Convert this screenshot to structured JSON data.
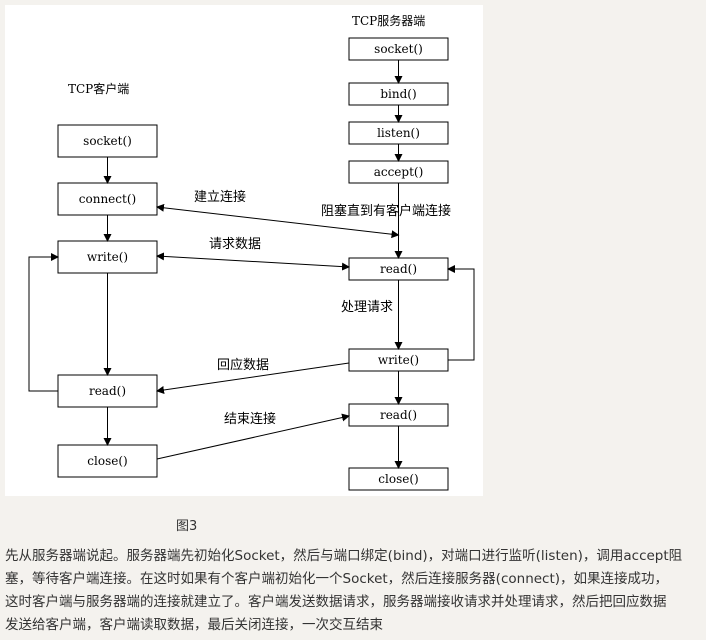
{
  "diagram": {
    "server_title": "TCP服务器端",
    "client_title": "TCP客户端",
    "server_boxes": [
      "socket()",
      "bind()",
      "listen()",
      "accept()",
      "read()",
      "write()",
      "read()",
      "close()"
    ],
    "client_boxes": [
      "socket()",
      "connect()",
      "write()",
      "read()",
      "close()"
    ],
    "labels": {
      "connect": "建立连接",
      "block": "阻塞直到有客户端连接",
      "request": "请求数据",
      "process": "处理请求",
      "response": "回应数据",
      "end": "结束连接"
    }
  },
  "caption": "图3",
  "description_lines": [
    "先从服务器端说起。服务器端先初始化Socket，然后与端口绑定(bind)，对端口进行监听(listen)，调用accept阻",
    "塞，等待客户端连接。在这时如果有个客户端初始化一个Socket，然后连接服务器(connect)，如果连接成功，",
    "这时客户端与服务器端的连接就建立了。客户端发送数据请求，服务器端接收请求并处理请求，然后把回应数据",
    "发送给客户端，客户端读取数据，最后关闭连接，一次交互结束"
  ]
}
